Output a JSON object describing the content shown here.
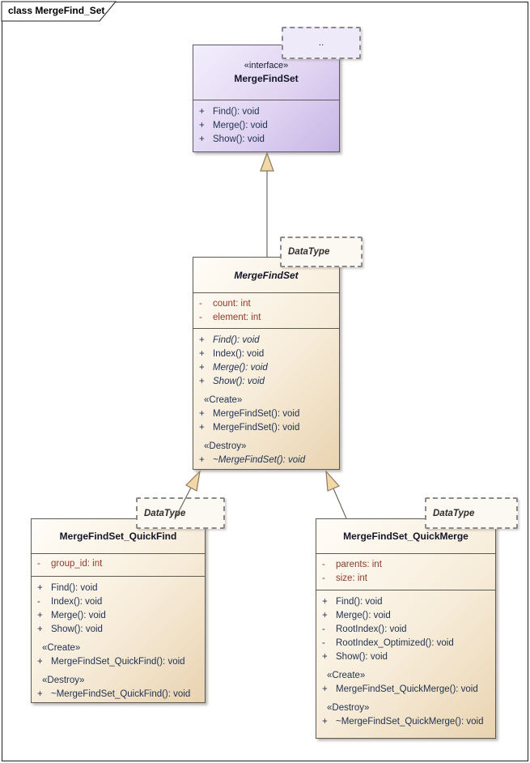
{
  "frame": {
    "title": "class MergeFind_Set"
  },
  "colors": {
    "interface_fill_top": "#f3effc",
    "interface_fill_bottom": "#c7b5e5",
    "class_fill_top": "#fffdf8",
    "class_fill_bottom": "#e9d3b0",
    "attribute_text": "#8b3a2a",
    "operation_text": "#1f3050",
    "arrowhead_fill": "#f2d7a7",
    "connector_line": "#6e6a60"
  },
  "classes": {
    "interface": {
      "template_param": "..",
      "stereotype": "«interface»",
      "name": "MergeFindSet",
      "operations": [
        {
          "vis": "+",
          "text": "Find(): void"
        },
        {
          "vis": "+",
          "text": "Merge(): void"
        },
        {
          "vis": "+",
          "text": "Show(): void"
        }
      ]
    },
    "base": {
      "template_param": "DataType",
      "name": "MergeFindSet",
      "attributes": [
        {
          "vis": "-",
          "text": "count: int"
        },
        {
          "vis": "-",
          "text": "element: int"
        }
      ],
      "operations": [
        {
          "vis": "+",
          "text": "Find(): void"
        },
        {
          "vis": "+",
          "text": "Index(): void"
        },
        {
          "vis": "+",
          "text": "Merge(): void"
        },
        {
          "vis": "+",
          "text": "Show(): void"
        }
      ],
      "create_label": "«Create»",
      "create_ops": [
        {
          "vis": "+",
          "text": "MergeFindSet(): void"
        },
        {
          "vis": "+",
          "text": "MergeFindSet(): void"
        }
      ],
      "destroy_label": "«Destroy»",
      "destroy_ops": [
        {
          "vis": "+",
          "text": "~MergeFindSet(): void"
        }
      ]
    },
    "quickfind": {
      "template_param": "DataType",
      "name": "MergeFindSet_QuickFind",
      "attributes": [
        {
          "vis": "-",
          "text": "group_id: int"
        }
      ],
      "operations": [
        {
          "vis": "+",
          "text": "Find(): void"
        },
        {
          "vis": "-",
          "text": "Index(): void"
        },
        {
          "vis": "+",
          "text": "Merge(): void"
        },
        {
          "vis": "+",
          "text": "Show(): void"
        }
      ],
      "create_label": "«Create»",
      "create_ops": [
        {
          "vis": "+",
          "text": "MergeFindSet_QuickFind(): void"
        }
      ],
      "destroy_label": "«Destroy»",
      "destroy_ops": [
        {
          "vis": "+",
          "text": "~MergeFindSet_QuickFind(): void"
        }
      ]
    },
    "quickmerge": {
      "template_param": "DataType",
      "name": "MergeFindSet_QuickMerge",
      "attributes": [
        {
          "vis": "-",
          "text": "parents: int"
        },
        {
          "vis": "-",
          "text": "size: int"
        }
      ],
      "operations": [
        {
          "vis": "+",
          "text": "Find(): void"
        },
        {
          "vis": "+",
          "text": "Merge(): void"
        },
        {
          "vis": "-",
          "text": "RootIndex(): void"
        },
        {
          "vis": "-",
          "text": "RootIndex_Optimized(): void"
        },
        {
          "vis": "+",
          "text": "Show(): void"
        }
      ],
      "create_label": "«Create»",
      "create_ops": [
        {
          "vis": "+",
          "text": "MergeFindSet_QuickMerge(): void"
        }
      ],
      "destroy_label": "«Destroy»",
      "destroy_ops": [
        {
          "vis": "+",
          "text": "~MergeFindSet_QuickMerge(): void"
        }
      ]
    }
  }
}
